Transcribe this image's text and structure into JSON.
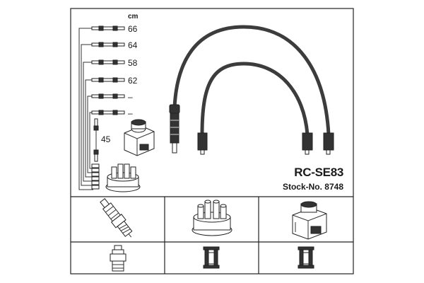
{
  "header": {
    "unit": "cm"
  },
  "leads": [
    {
      "length": "66"
    },
    {
      "length": "64"
    },
    {
      "length": "58"
    },
    {
      "length": "62"
    },
    {
      "length": "–"
    },
    {
      "length": "–"
    }
  ],
  "coil_lead": {
    "length": "45"
  },
  "product": {
    "model": "RC-SE83",
    "stock": "Stock-No. 8748"
  },
  "components": [
    {
      "icon": "spark-plug-icon"
    },
    {
      "icon": "distributor-cap-icon"
    },
    {
      "icon": "ignition-coil-icon"
    }
  ],
  "connectors": [
    {
      "icon": "straight-plug-connector-icon"
    },
    {
      "icon": "distributor-connector-icon"
    },
    {
      "icon": "coil-connector-icon"
    }
  ]
}
